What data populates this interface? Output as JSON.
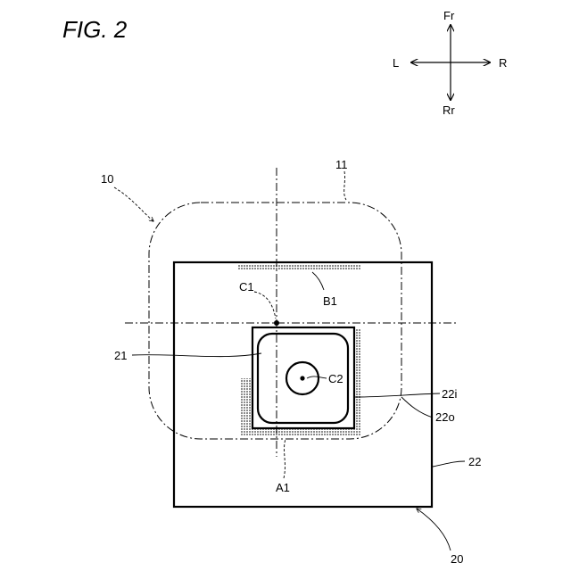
{
  "figure": {
    "title": "FIG. 2"
  },
  "directions": {
    "front": "Fr",
    "rear": "Rr",
    "left": "L",
    "right": "R"
  },
  "labels": {
    "unit_10": "10",
    "outline_11": "11",
    "board_20": "20",
    "chip_21": "21",
    "frame_22": "22",
    "frame_inner_22i": "22i",
    "frame_outer_22o": "22o",
    "region_A1": "A1",
    "region_B1": "B1",
    "center_C1": "C1",
    "center_C2": "C2"
  },
  "colors": {
    "line": "#000000",
    "hatch": "#8c8c8c",
    "background": "#ffffff"
  }
}
